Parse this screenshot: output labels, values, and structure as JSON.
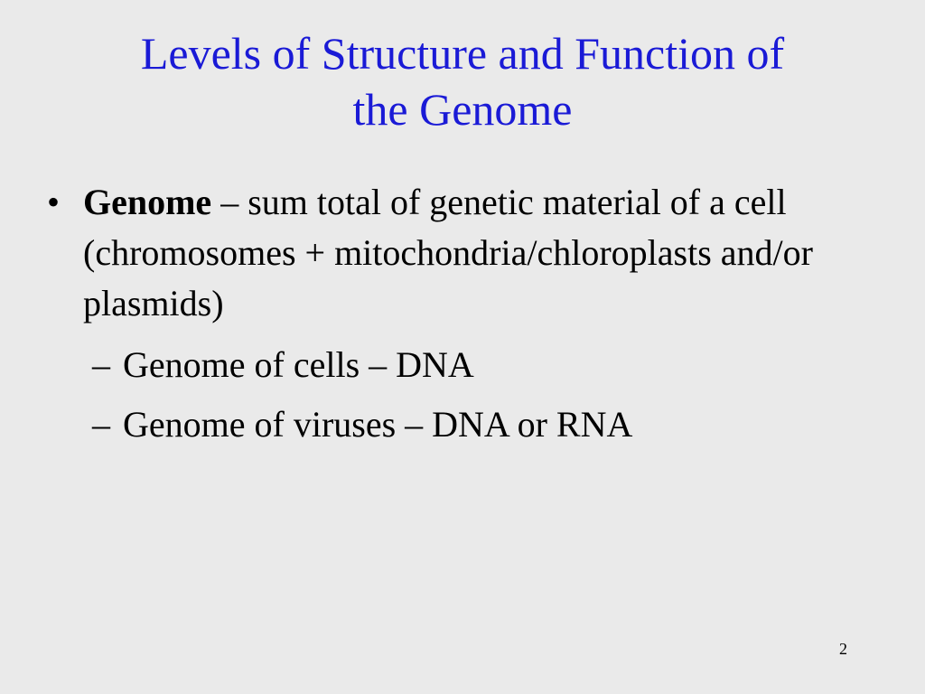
{
  "title": {
    "line1": "Levels of Structure and Function of",
    "line2": "the Genome"
  },
  "bullets": [
    {
      "marker": "•",
      "term": "Genome",
      "text": " – sum total of genetic material of a cell (chromosomes + mitochondria/chloroplasts and/or plasmids)",
      "subitems": [
        {
          "marker": "–",
          "text": "Genome of cells – DNA"
        },
        {
          "marker": "–",
          "text": "Genome of viruses – DNA or RNA"
        }
      ]
    }
  ],
  "page_number": "2",
  "colors": {
    "background": "#eaeaea",
    "title": "#1a1ad6",
    "body_text": "#000000"
  }
}
